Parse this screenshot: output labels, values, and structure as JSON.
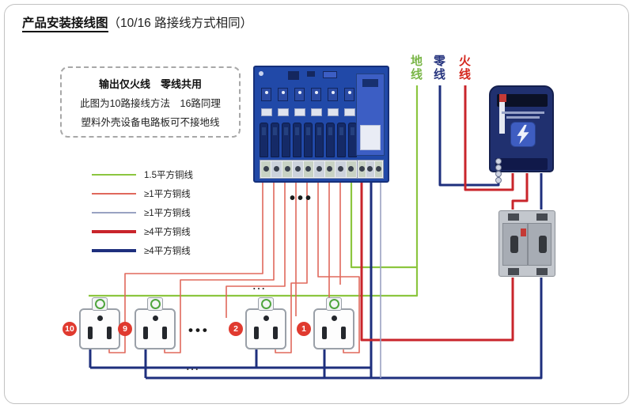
{
  "title": {
    "main": "产品安装接线图",
    "suffix": "（10/16 路接线方式相同）"
  },
  "note_box": {
    "line1": "输出仅火线　零线共用",
    "line2": "此图为10路接线方法　16路同理",
    "line3": "塑料外壳设备电路板可不接地线"
  },
  "legend": {
    "items": [
      {
        "label": "1.5平方铜线",
        "color": "#8cc63f",
        "weight": "thin"
      },
      {
        "label": "≥1平方铜线",
        "color": "#e0685c",
        "weight": "thin"
      },
      {
        "label": "≥1平方铜线",
        "color": "#99a2c2",
        "weight": "thin"
      },
      {
        "label": "≥4平方铜线",
        "color": "#c9252b",
        "weight": "thick"
      },
      {
        "label": "≥4平方铜线",
        "color": "#1e2f7d",
        "weight": "thick"
      }
    ]
  },
  "wire_labels": {
    "ground": {
      "text": "地线",
      "color": "#7ab648"
    },
    "neutral": {
      "text": "零线",
      "color": "#27357f"
    },
    "live": {
      "text": "火线",
      "color": "#d4281e"
    }
  },
  "sockets": [
    {
      "badge": "10"
    },
    {
      "badge": "9"
    },
    {
      "badge": "2"
    },
    {
      "badge": "1"
    }
  ],
  "ellipsis": {
    "below_pcb": "•••",
    "between_sockets": "•••",
    "above_sockets": "…",
    "bottom_row": "…"
  },
  "colors": {
    "ground_wire": "#8cc63f",
    "live_thin": "#e0685c",
    "neutral_thin": "#99a2c2",
    "live_thick": "#c9252b",
    "neutral_thick": "#1e2f7d",
    "pcb_board": "#2149a8",
    "meter_body": "#20306f",
    "badge_red": "#e03a2f"
  }
}
